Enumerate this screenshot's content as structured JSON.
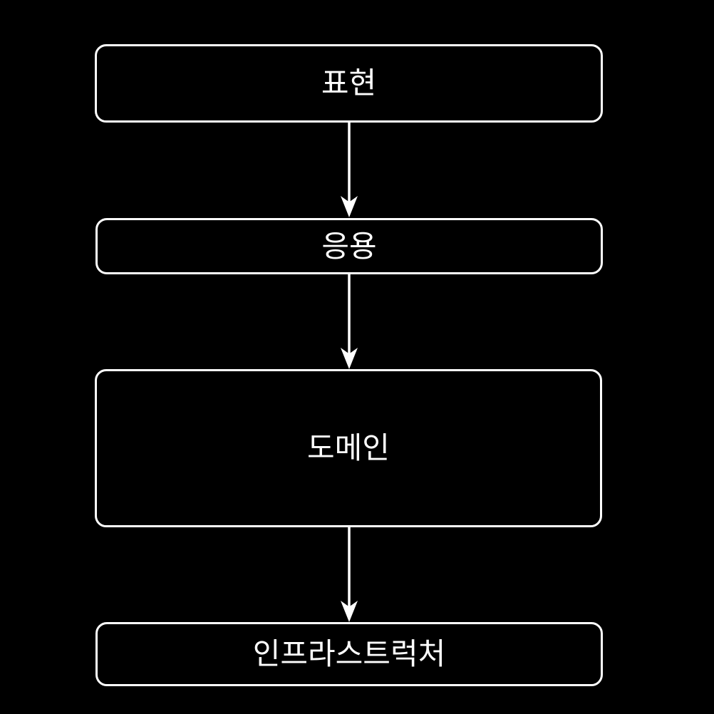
{
  "diagram": {
    "type": "layered-architecture-flowchart",
    "background_color": "#000000",
    "stroke_color": "#ffffff",
    "text_color": "#ffffff",
    "nodes": [
      {
        "id": "presentation",
        "label": "표현"
      },
      {
        "id": "application",
        "label": "응용"
      },
      {
        "id": "domain",
        "label": "도메인"
      },
      {
        "id": "infrastructure",
        "label": "인프라스트럭처"
      }
    ],
    "edges": [
      {
        "from": "표현",
        "to": "응용",
        "direction": "down"
      },
      {
        "from": "응용",
        "to": "도메인",
        "direction": "down"
      },
      {
        "from": "도메인",
        "to": "인프라스트럭처",
        "direction": "down"
      }
    ]
  }
}
